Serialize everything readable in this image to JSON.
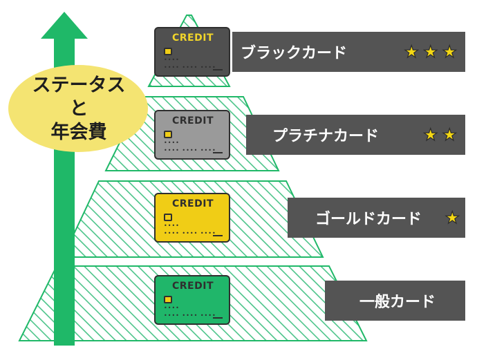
{
  "status_bubble": {
    "line1": "ステータス",
    "line2": "と",
    "line3": "年会費"
  },
  "card_text": "CREDIT",
  "tiers": [
    {
      "name": "ブラックカード",
      "stars": 3,
      "card_color": "#505050",
      "text_color": "#f0d42a"
    },
    {
      "name": "プラチナカード",
      "stars": 2,
      "card_color": "#9a9a9a",
      "text_color": "#2f2f2f"
    },
    {
      "name": "ゴールドカード",
      "stars": 1,
      "card_color": "#f0cd16",
      "text_color": "#2f2f2f"
    },
    {
      "name": "一般カード",
      "stars": 0,
      "card_color": "#20b66a",
      "text_color": "#2f2f2f"
    }
  ],
  "colors": {
    "arrow": "#1fb868",
    "pyramid_stripe": "#4cc48a",
    "bubble": "#f4e472",
    "label_bg": "#545454",
    "star": "#f5d814"
  }
}
